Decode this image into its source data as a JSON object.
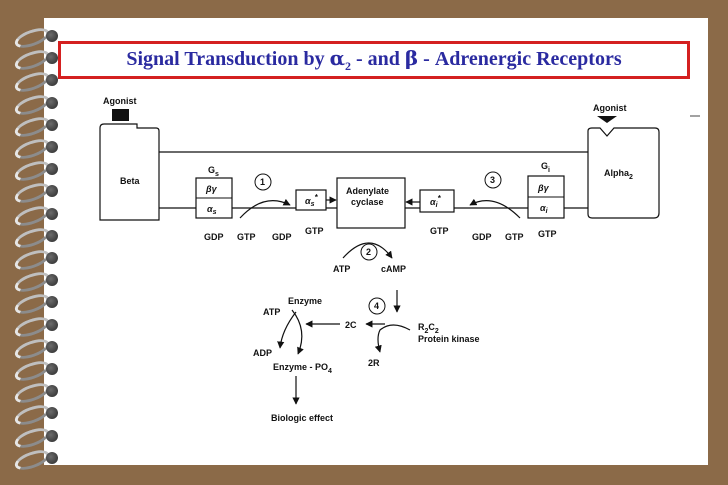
{
  "title": {
    "prefix": "Signal Transduction by ",
    "alpha": "α",
    "alpha_sub": "2",
    "middle": " - and ",
    "beta": "β",
    "suffix": " - Adrenergic Receptors"
  },
  "diagram": {
    "agonist_left": "Agonist",
    "agonist_right": "Agonist",
    "beta_receptor": "Beta",
    "alpha2_receptor": "Alpha",
    "alpha2_sub": "2",
    "gs_label": "G",
    "gs_sub": "s",
    "gi_label": "G",
    "gi_sub": "i",
    "beta_gamma": "βγ",
    "alpha_s": "α",
    "alpha_s_sub": "s",
    "alpha_i": "α",
    "alpha_i_sub": "i",
    "alpha_s_star": "α",
    "alpha_i_star": "α",
    "star": "*",
    "adenylate": "Adenylate",
    "cyclase": "cyclase",
    "step1": "1",
    "step2": "2",
    "step3": "3",
    "step4": "4",
    "gdp": "GDP",
    "gtp": "GTP",
    "atp": "ATP",
    "camp": "cAMP",
    "enzyme": "Enzyme",
    "adp": "ADP",
    "two_c": "2C",
    "two_r": "2R",
    "r2c2": "R",
    "r2c2_sub1": "2",
    "r2c2_c": "C",
    "r2c2_sub2": "2",
    "protein_kinase": "Protein kinase",
    "enzyme_po4": "Enzyme - PO",
    "po4_sub": "4",
    "biologic_effect": "Biologic effect"
  },
  "colors": {
    "background": "#8b6a48",
    "title_border": "#d42020",
    "title_text": "#2a2aa0"
  }
}
